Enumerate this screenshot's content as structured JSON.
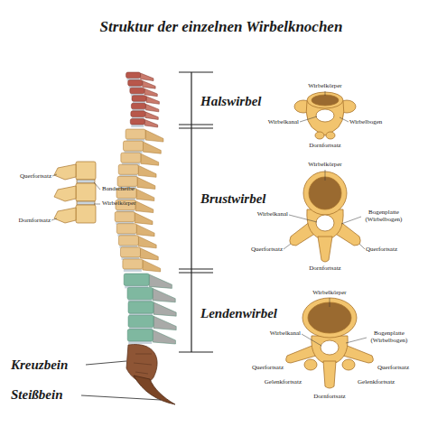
{
  "diagram": {
    "title": "Struktur der einzelnen Wirbelknochen",
    "labels": [
      "Halswirbel",
      "Brustwirbel",
      "Lendenwirbel",
      "Kreuzbein",
      "Steißbein",
      "Querfortsatz",
      "Bandscheibe",
      "Wirbelkörper",
      "Dornfortsatz",
      "Wirbelkörper",
      "Wirbelkanal",
      "Wirbelbogen",
      "Dornfortsatz",
      "Wirbelkörper",
      "Wirbelkanal",
      "Bogenplatte (Wirbelbogen)",
      "Querfortsatz",
      "Querfortsatz",
      "Dornfortsatz",
      "Wirbelkörper",
      "Wirbelkanal",
      "Bogenplatte (Wirbelbogen)",
      "Querfortsatz",
      "Querfortsatz",
      "Gelenkfortsatz",
      "Gelenkfortsatz",
      "Dornfortsatz"
    ]
  }
}
